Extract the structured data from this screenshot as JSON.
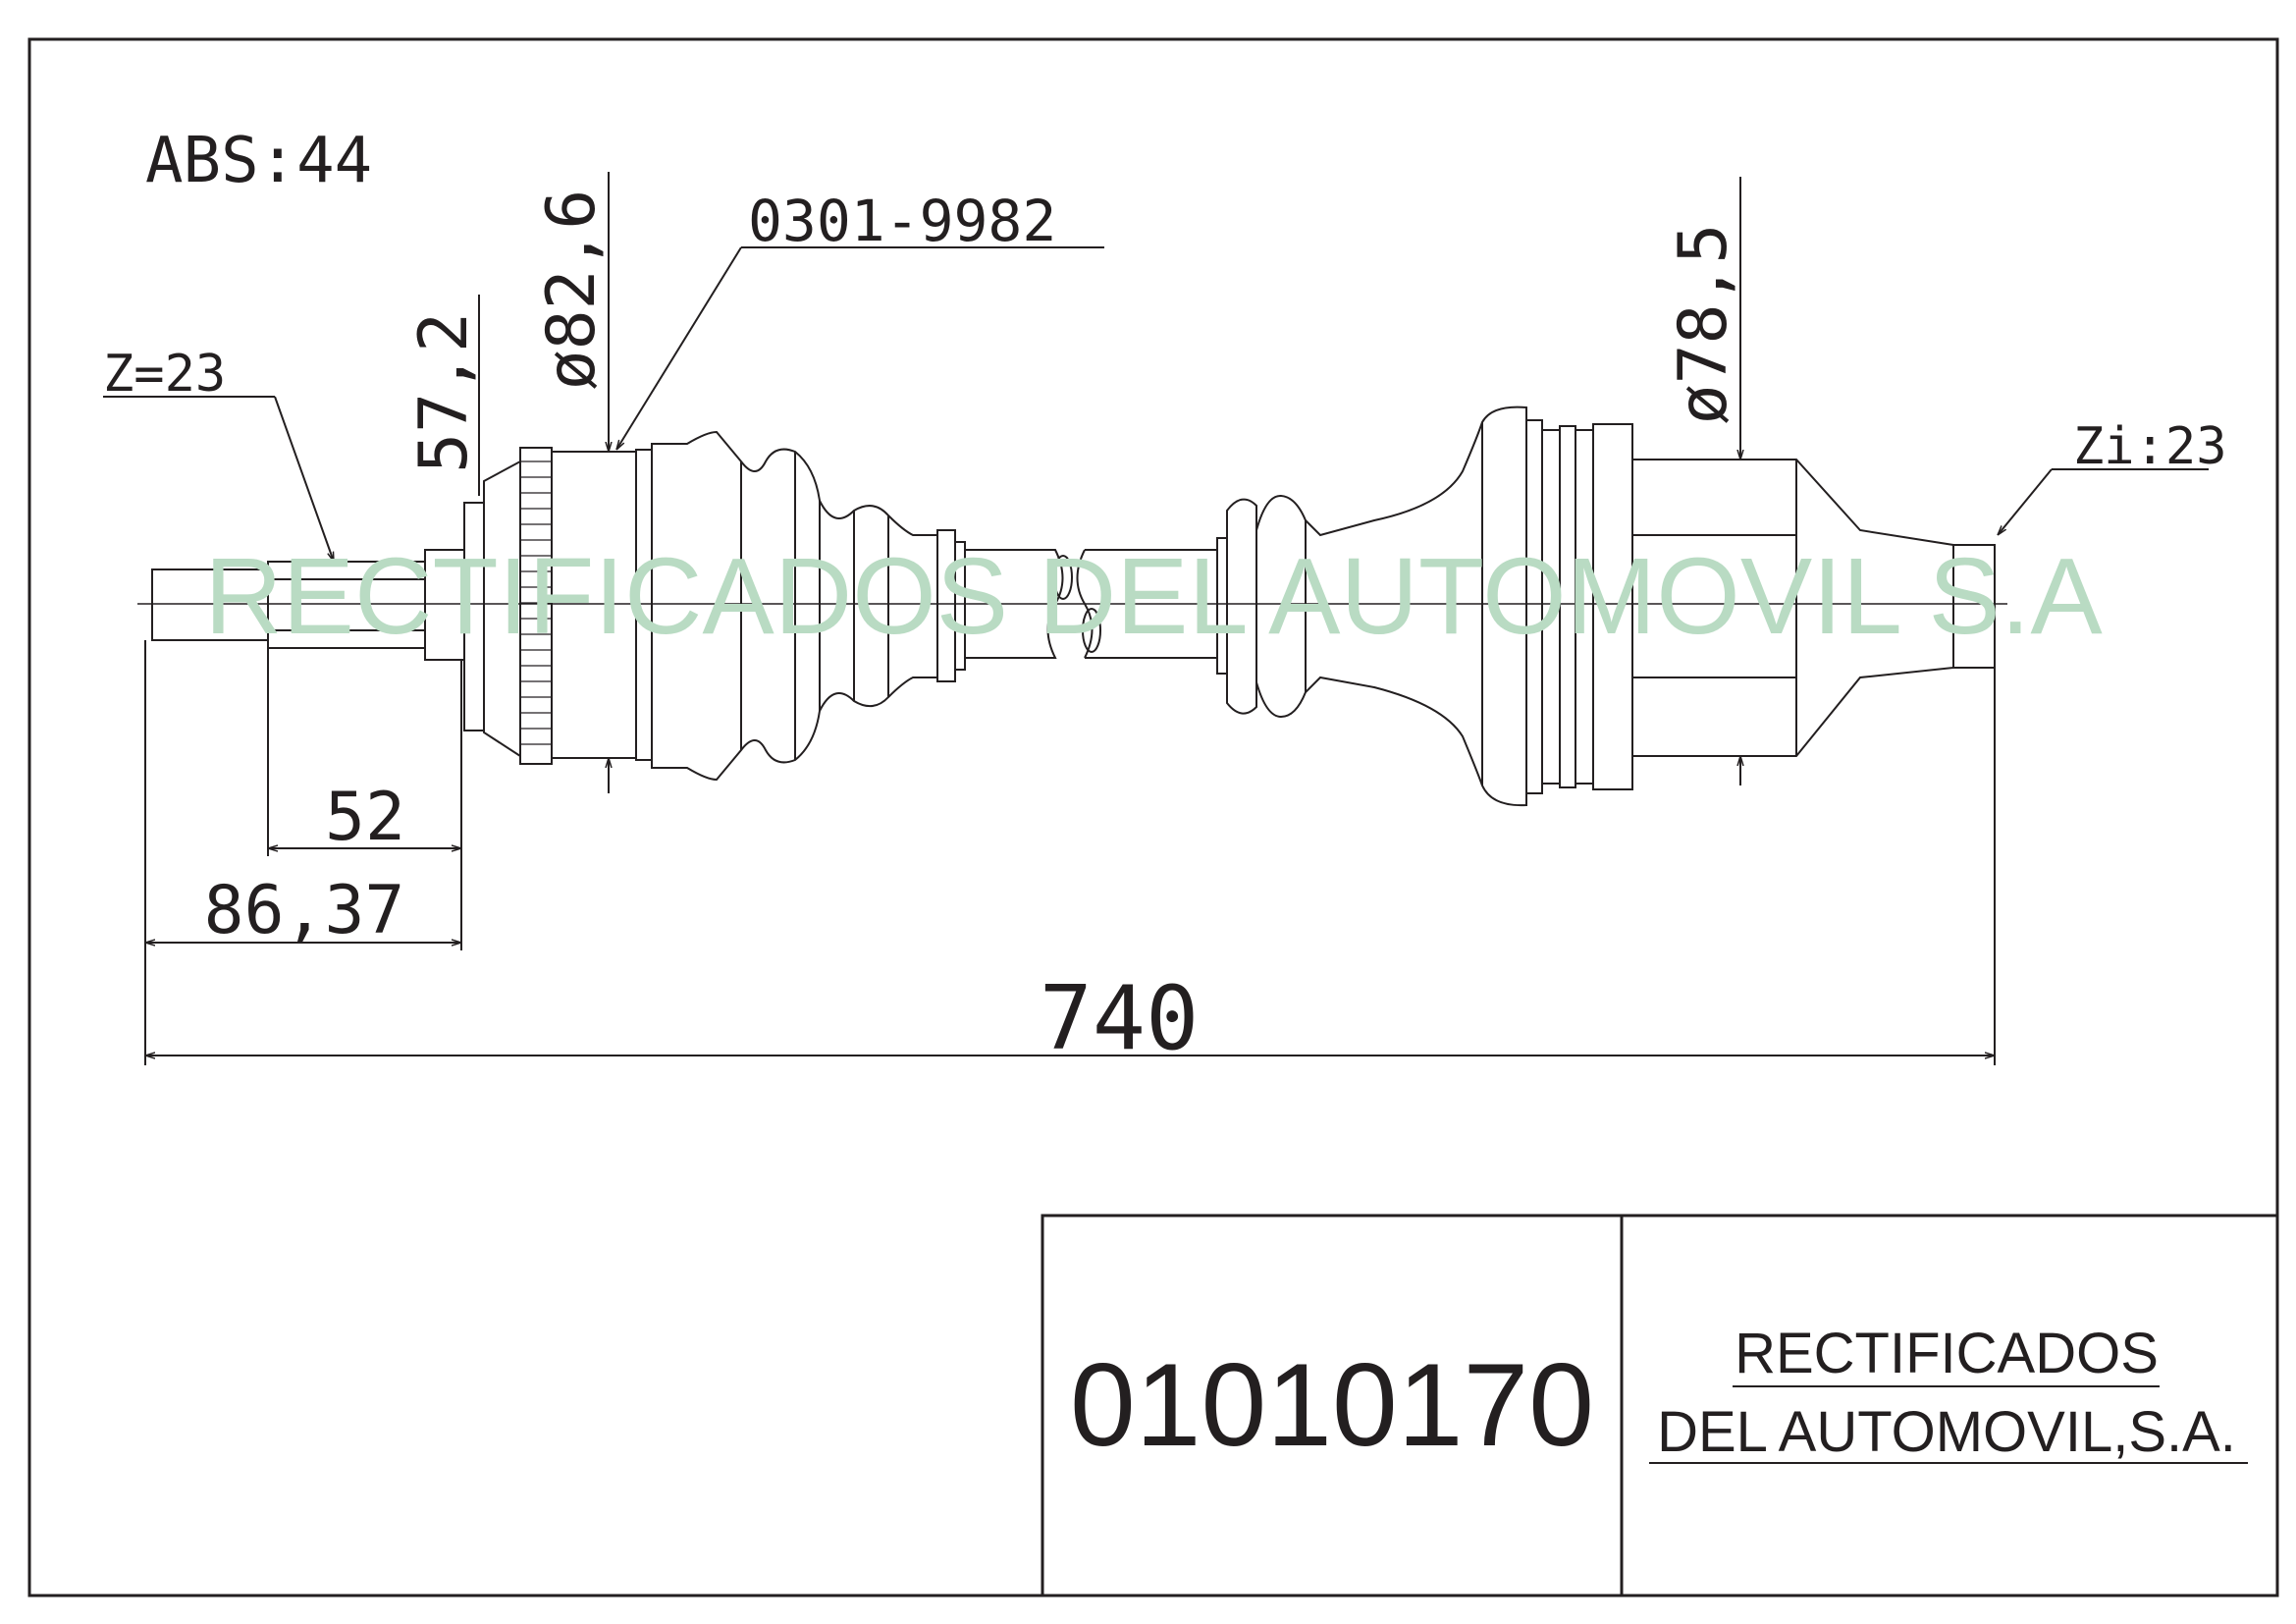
{
  "drawing": {
    "abs_label": "ABS:44",
    "part_ref": "0301-9982",
    "spline_outer": "Z=23",
    "spline_inner": "Zi:23",
    "dim_57_2": "57,2",
    "dim_diam_82_6": "ø82,6",
    "dim_diam_78_5": "ø78,5",
    "dim_52": "52",
    "dim_86_37": "86,37",
    "dim_740": "740",
    "watermark": "RECTIFICADOS DEL AUTOMOVIL S.A"
  },
  "title_block": {
    "part_number": "01010170",
    "company_line1": "RECTIFICADOS",
    "company_line2": "DEL AUTOMOVIL,S.A."
  },
  "colors": {
    "ink": "#231f20",
    "watermark": "#b9dbc3"
  }
}
